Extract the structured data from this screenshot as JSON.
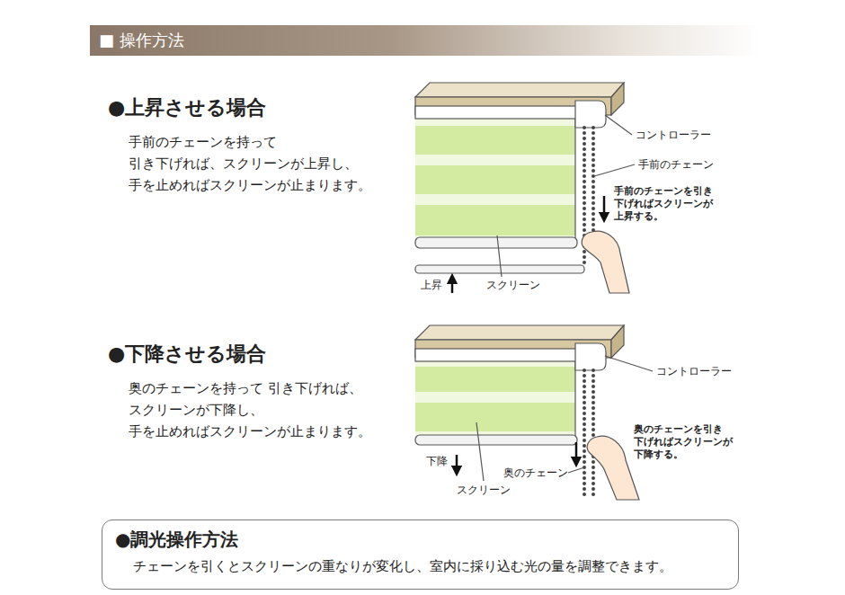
{
  "diagram": {
    "title": "■ 操作方法",
    "nodes": [
      {
        "text": [
          "●調光操作方法",
          "チェーンを引くとスクリーンの重なりが変化し、室内に採り込む光の量を調整できます。"
        ]
      }
    ],
    "labels": [
      "●上昇させる場合",
      "手前のチェーンを持って 引き下げれば、スクリーンが上昇し、 手を止めればスクリーンが止まります。",
      "コントローラー",
      "手前のチェーン",
      "手前のチェーンを引き 下げればスクリーンが 上昇する。",
      "上昇",
      "スクリーン",
      "●下降させる場合",
      "奥のチェーンを持って 引き下げれば、スクリーンが下降し、 手を止めればスクリーンが止まります。",
      "コントローラー",
      "奥のチェーンを引き 下げればスクリーンが 下降する。",
      "下降",
      "奥のチェーン",
      "スクリーン"
    ]
  }
}
